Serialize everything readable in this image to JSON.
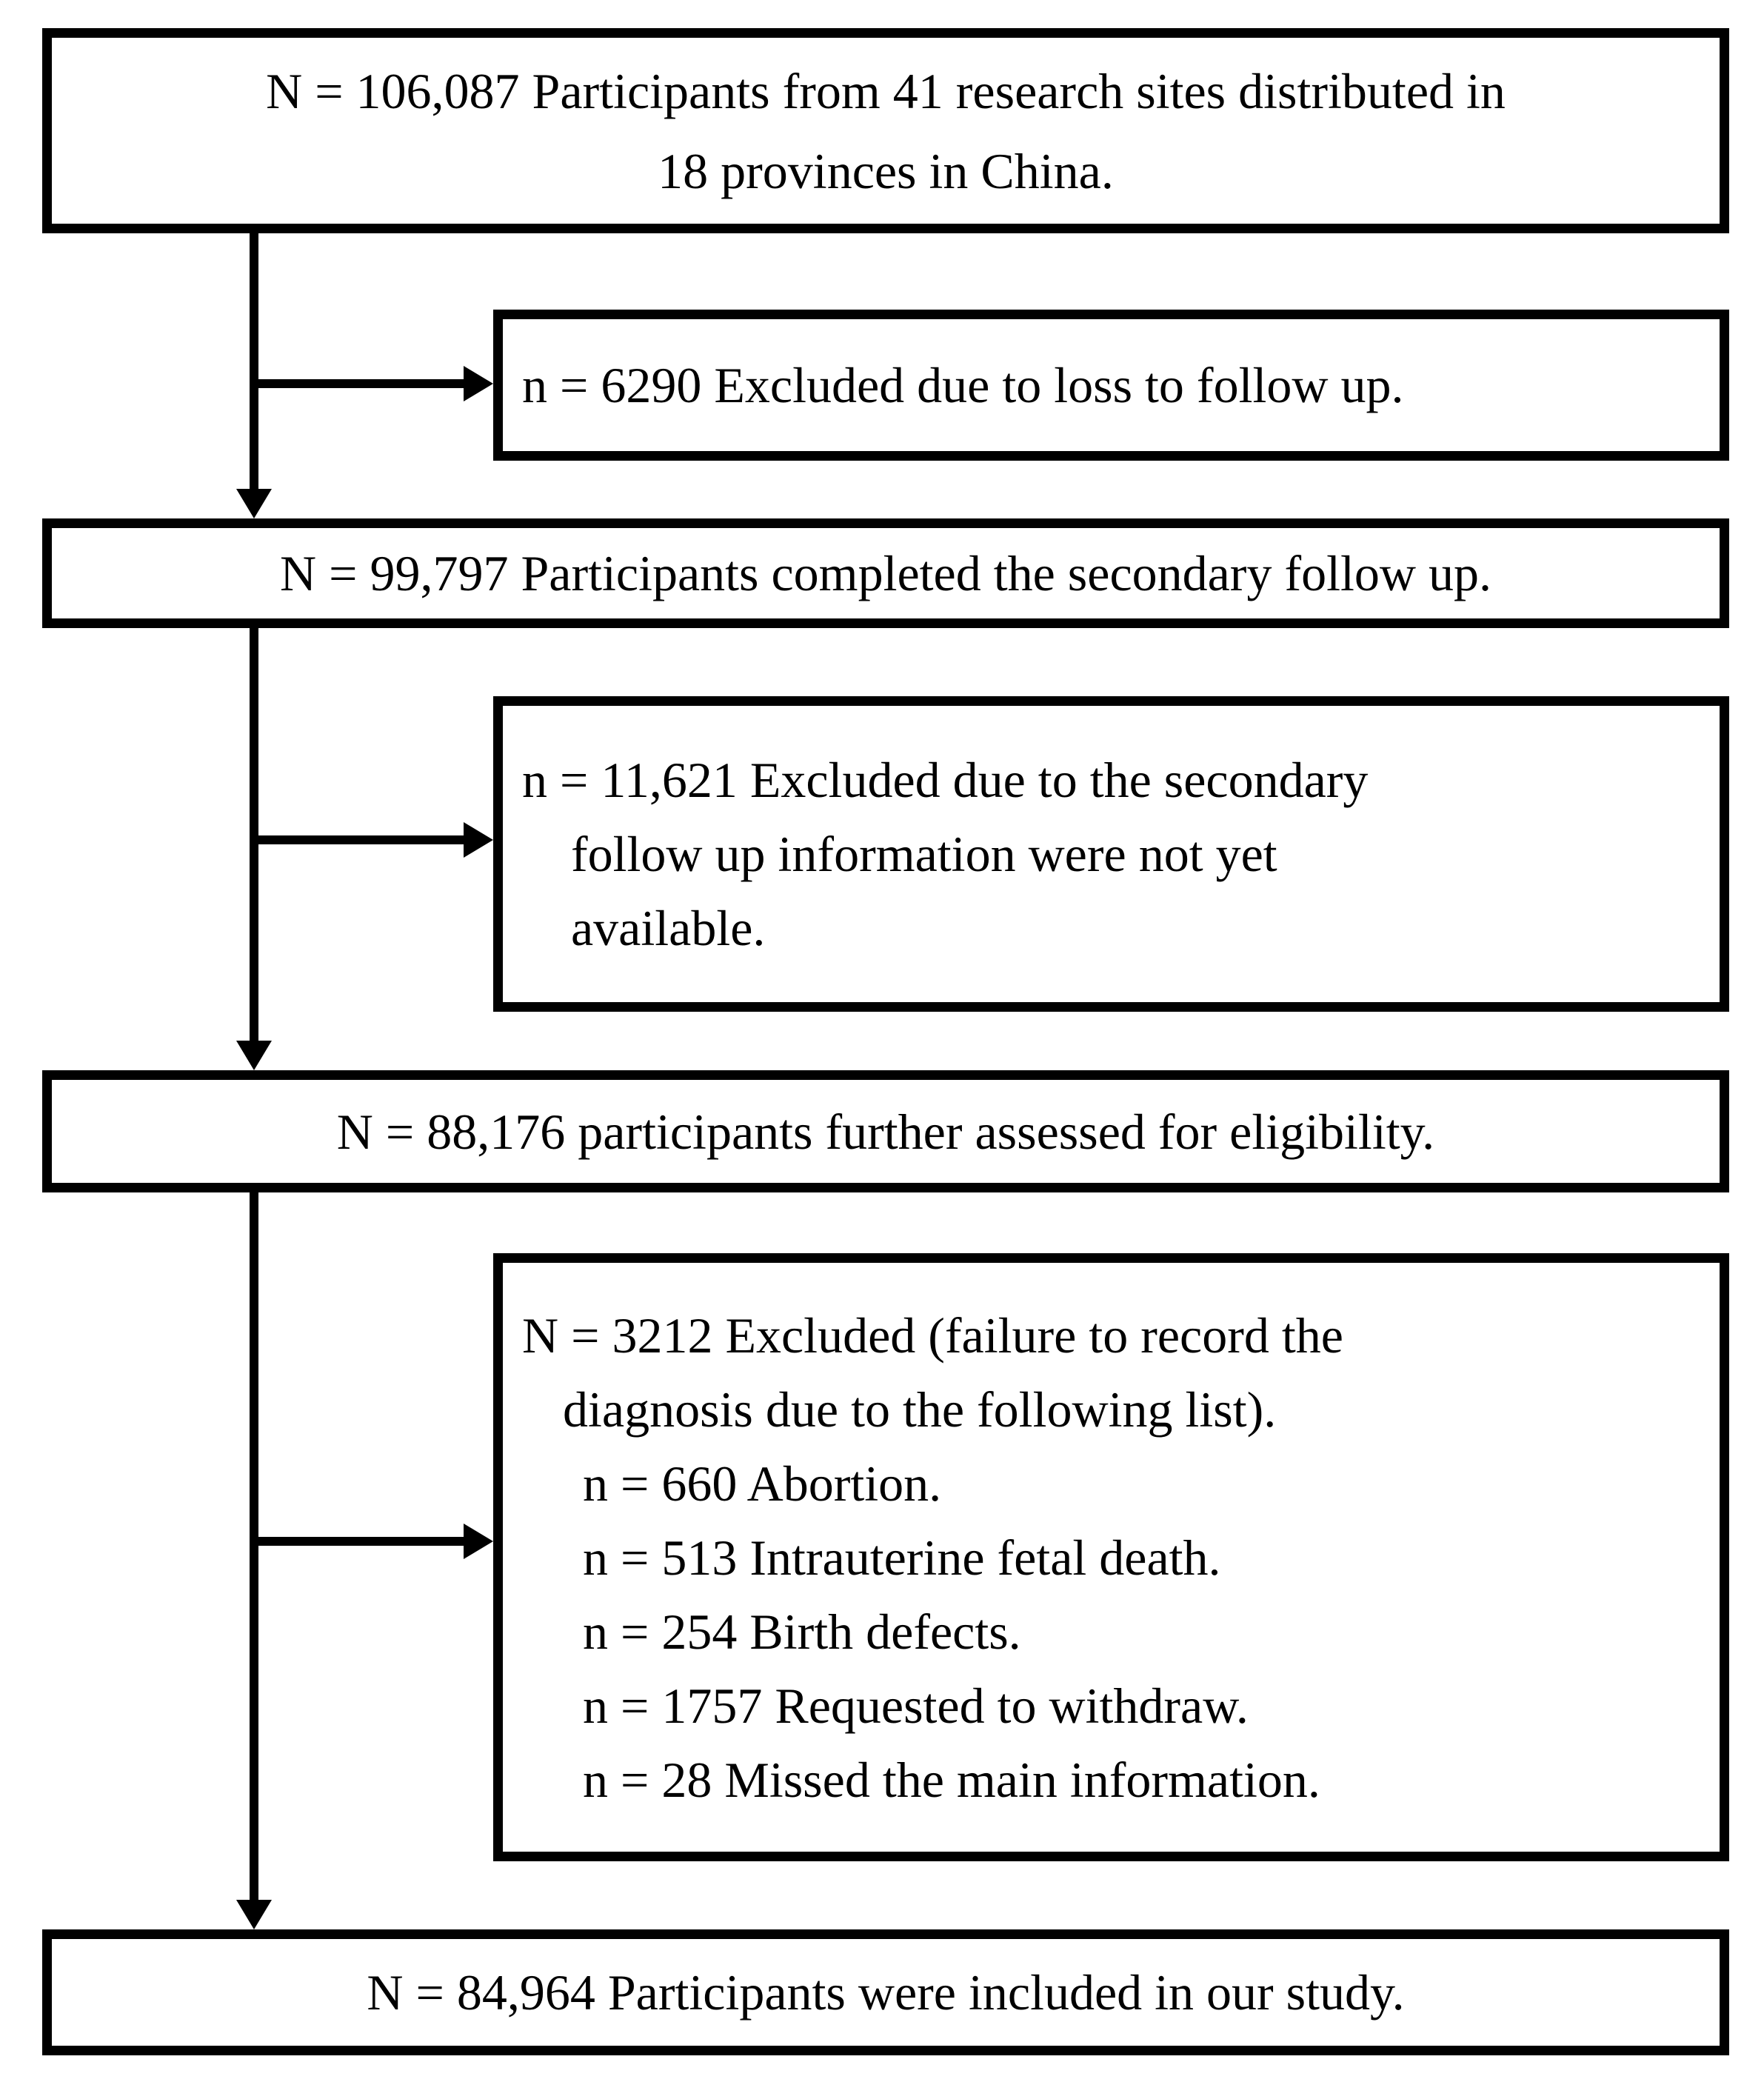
{
  "colors": {
    "ink": "#000000",
    "background": "#ffffff",
    "box_border": "#000000"
  },
  "flow": {
    "total": {
      "lines": [
        "N = 106,087 Participants from 41 research sites distributed in",
        "18 provinces in China."
      ]
    },
    "excluded_loss_followup": {
      "lines": [
        "n = 6290 Excluded due to loss to follow up."
      ]
    },
    "completed_secondary_followup": {
      "lines": [
        "N = 99,797 Participants completed the secondary follow up."
      ]
    },
    "excluded_secondary_unavailable": {
      "lines": [
        "n = 11,621 Excluded due to the secondary",
        "follow up information were not yet",
        "available."
      ]
    },
    "assessed_eligibility": {
      "lines": [
        "N = 88,176 participants further assessed for eligibility."
      ]
    },
    "excluded_diagnosis": {
      "lines": [
        "N = 3212 Excluded (failure to record the",
        "diagnosis due to the following list).",
        "n = 660 Abortion.",
        "n = 513 Intrauterine fetal death.",
        "n = 254 Birth defects.",
        "n = 1757 Requested to withdraw.",
        "n = 28 Missed the main information."
      ]
    },
    "included_in_study": {
      "lines": [
        "N = 84,964 Participants were included in our study."
      ]
    }
  }
}
